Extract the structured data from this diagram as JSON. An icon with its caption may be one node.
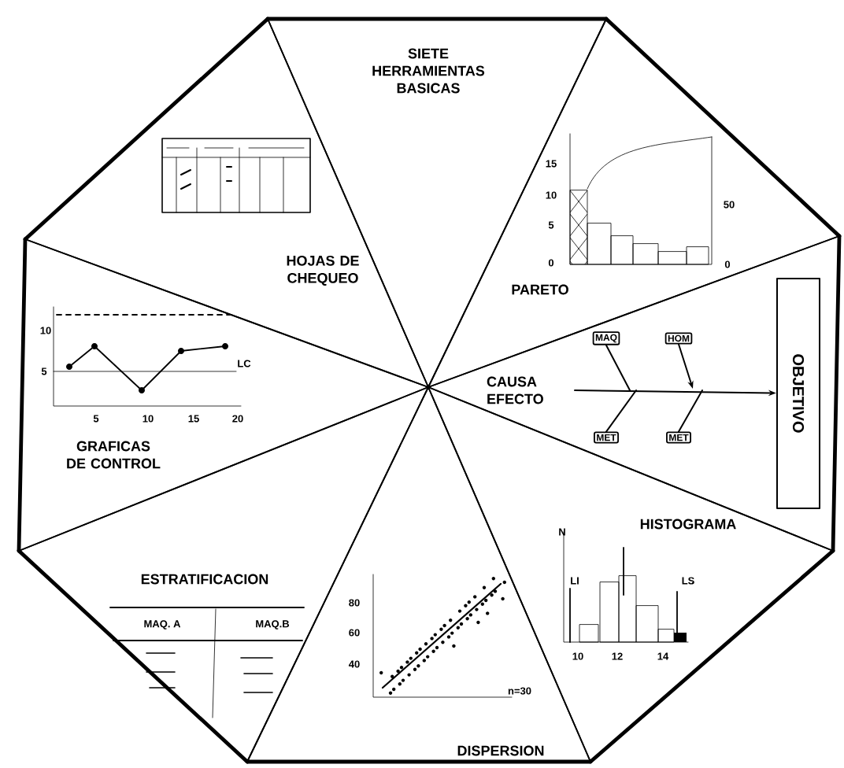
{
  "diagram": {
    "nodes": [
      {
        "text": [
          "SIETE HERRAMIENTAS BASICAS"
        ]
      },
      {
        "text": [
          "HOJAS DE CHEQUEO"
        ]
      },
      {
        "text": [
          "PARETO"
        ]
      },
      {
        "text": [
          "GRAFICAS DE CONTROL"
        ]
      },
      {
        "text": [
          "CAUSA EFECTO"
        ]
      },
      {
        "text": [
          "MAQ"
        ],
        "in": 4
      },
      {
        "text": [
          "HOM"
        ],
        "in": 4
      },
      {
        "text": [
          "MET"
        ],
        "in": 4
      },
      {
        "text": [
          "MET"
        ],
        "in": 4
      },
      {
        "text": [
          "OBJETIVO"
        ],
        "in": 4
      },
      {
        "text": [
          "ESTRATIFICACION"
        ]
      },
      {
        "text": [
          "HISTOGRAMA"
        ]
      },
      {
        "text": [
          "DISPERSION"
        ]
      }
    ],
    "edges": [
      {
        "from": null,
        "to": 9,
        "arrow": "to"
      },
      {
        "from": 5,
        "to": null,
        "arrow": "none"
      },
      {
        "from": 6,
        "to": null,
        "arrow": "to"
      },
      {
        "from": 7,
        "to": null,
        "arrow": "none"
      },
      {
        "from": 8,
        "to": null,
        "arrow": "none"
      }
    ],
    "labels": [
      "15",
      "10",
      "5",
      "0",
      "50",
      "0",
      "10",
      "5",
      "LC",
      "5",
      "10",
      "15",
      "20",
      "MAQ. A",
      "MAQ.B",
      "N",
      "LI",
      "LS",
      "10",
      "12",
      "14",
      "80",
      "60",
      "40",
      "n=30"
    ]
  }
}
